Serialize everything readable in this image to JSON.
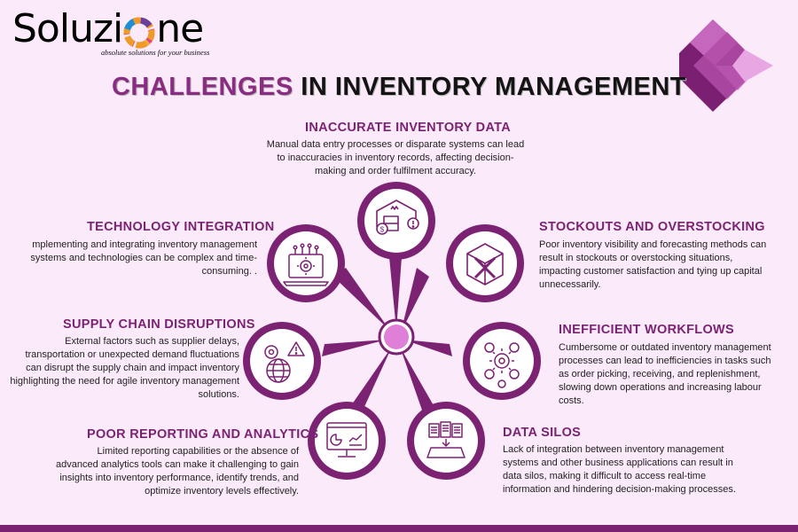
{
  "brand": {
    "name_prefix": "Soluzi",
    "name_suffix": "ne",
    "tagline": "absolute solutions for your business"
  },
  "title": {
    "accent": "CHALLENGES",
    "rest": " IN INVENTORY MANAGEMENT"
  },
  "colors": {
    "accent": "#7b2273",
    "background": "#fbeafa",
    "hub": "#e07fd8"
  },
  "challenges": {
    "inaccurate": {
      "heading": "INACCURATE INVENTORY DATA",
      "text": "Manual data entry processes or disparate systems can lead to inaccuracies in inventory records, affecting decision-making and order fulfilment accuracy.",
      "icon": "warehouse-icon"
    },
    "stockouts": {
      "heading": "STOCKOUTS AND OVERSTOCKING",
      "text": "Poor inventory visibility and forecasting methods can result in stockouts or overstocking situations, impacting customer satisfaction and tying up capital unnecessarily.",
      "icon": "box-x-icon"
    },
    "workflows": {
      "heading": "INEFFICIENT WORKFLOWS",
      "text": "Cumbersome or outdated inventory management processes can lead to inefficiencies in tasks such as order picking, receiving, and replenishment, slowing down operations and increasing labour costs.",
      "icon": "workflow-gear-icon"
    },
    "silos": {
      "heading": "DATA SILOS",
      "text": "Lack of integration between inventory management systems and other business applications can result in data silos, making it difficult to access real-time information and hindering decision-making processes.",
      "icon": "documents-tray-icon"
    },
    "reporting": {
      "heading": "POOR REPORTING AND ANALYTICS",
      "text": "Limited reporting capabilities or the absence of advanced analytics tools can make it challenging to gain insights into inventory performance, identify trends, and optimize inventory levels effectively.",
      "icon": "analytics-monitor-icon"
    },
    "supply": {
      "heading": "SUPPLY CHAIN DISRUPTIONS",
      "text": "External factors such as supplier delays, transportation or unexpected demand fluctuations can disrupt the supply chain and impact inventory highlighting the need for agile inventory management solutions.",
      "icon": "globe-warning-icon"
    },
    "technology": {
      "heading": "TECHNOLOGY INTEGRATION",
      "text": "mplementing and integrating inventory management systems and technologies can be complex and time-consuming. .",
      "icon": "laptop-gear-icon"
    }
  }
}
